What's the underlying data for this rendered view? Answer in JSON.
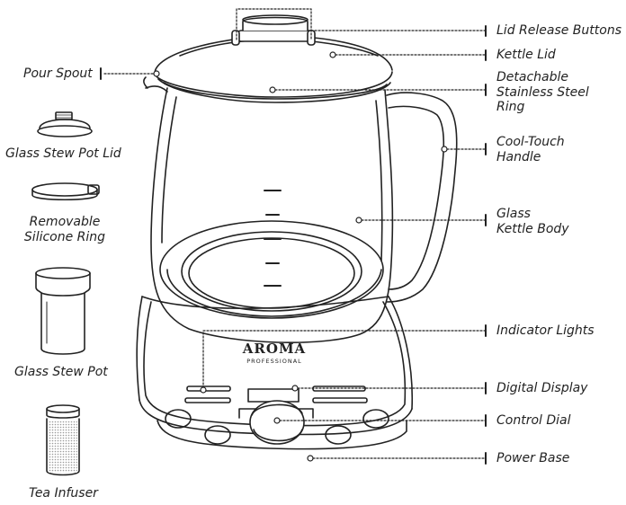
{
  "labels": {
    "lid_release_buttons": "Lid Release Buttons",
    "kettle_lid": "Kettle Lid",
    "stainless_ring": [
      "Detachable",
      "Stainless Steel",
      "Ring"
    ],
    "cool_touch_handle": [
      "Cool-Touch",
      "Handle"
    ],
    "glass_kettle_body": [
      "Glass",
      "Kettle Body"
    ],
    "indicator_lights": "Indicator Lights",
    "digital_display": "Digital Display",
    "control_dial": "Control Dial",
    "power_base": "Power Base",
    "pour_spout": "Pour Spout",
    "glass_stew_pot_lid": "Glass Stew Pot Lid",
    "removable_silicone_ring": [
      "Removable",
      "Silicone Ring"
    ],
    "glass_stew_pot": "Glass Stew Pot",
    "tea_infuser": "Tea Infuser"
  },
  "logo": {
    "brand": "AROMA",
    "sub": "PROFESSIONAL"
  },
  "colors": {
    "ink": "#222222",
    "background": "#ffffff",
    "mesh": "#9a9a9a"
  }
}
